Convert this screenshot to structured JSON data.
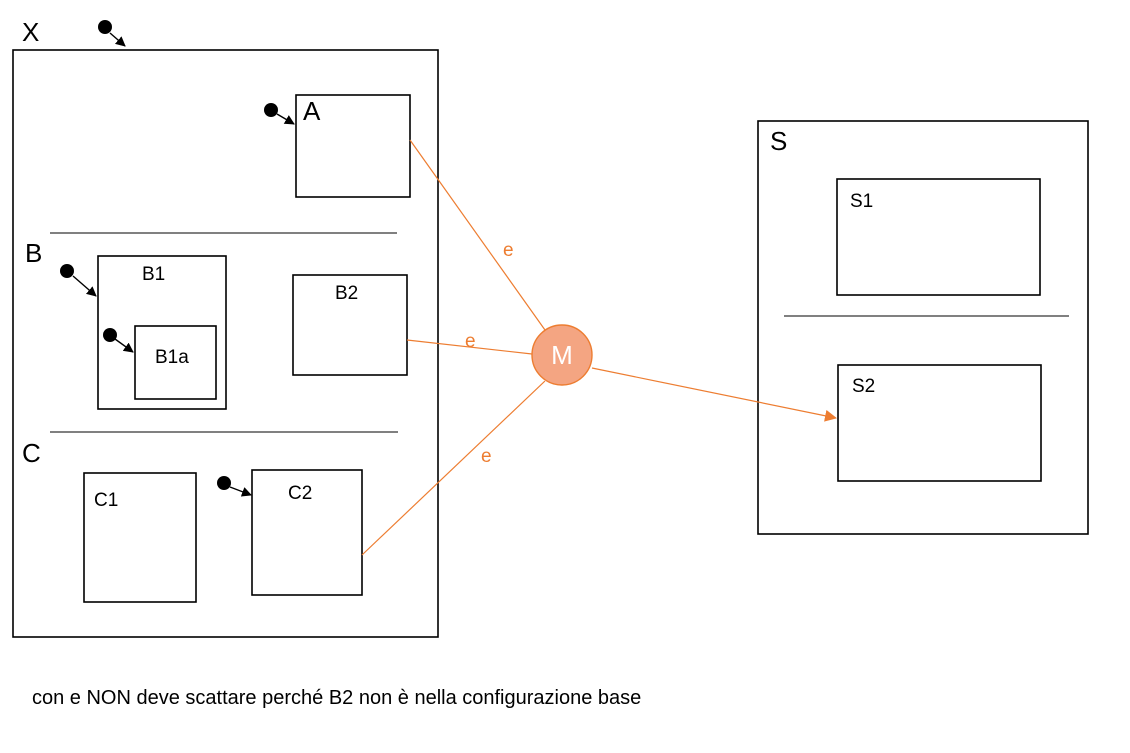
{
  "states": {
    "X": "X",
    "A": "A",
    "B": "B",
    "B1": "B1",
    "B1a": "B1a",
    "B2": "B2",
    "C": "C",
    "C1": "C1",
    "C2": "C2",
    "S": "S",
    "S1": "S1",
    "S2": "S2"
  },
  "merge_node": {
    "label": "M"
  },
  "transitions": [
    {
      "from": "A",
      "to": "M",
      "label": "e"
    },
    {
      "from": "B2",
      "to": "M",
      "label": "e"
    },
    {
      "from": "C2",
      "to": "M",
      "label": "e"
    },
    {
      "from": "M",
      "to": "S2",
      "label": ""
    }
  ],
  "colors": {
    "edge": "#ed7d31",
    "merge_fill": "#f4a582",
    "merge_stroke": "#ed7d31",
    "outline": "#000000"
  },
  "caption": "con e NON deve scattare perché B2 non è nella configurazione base"
}
